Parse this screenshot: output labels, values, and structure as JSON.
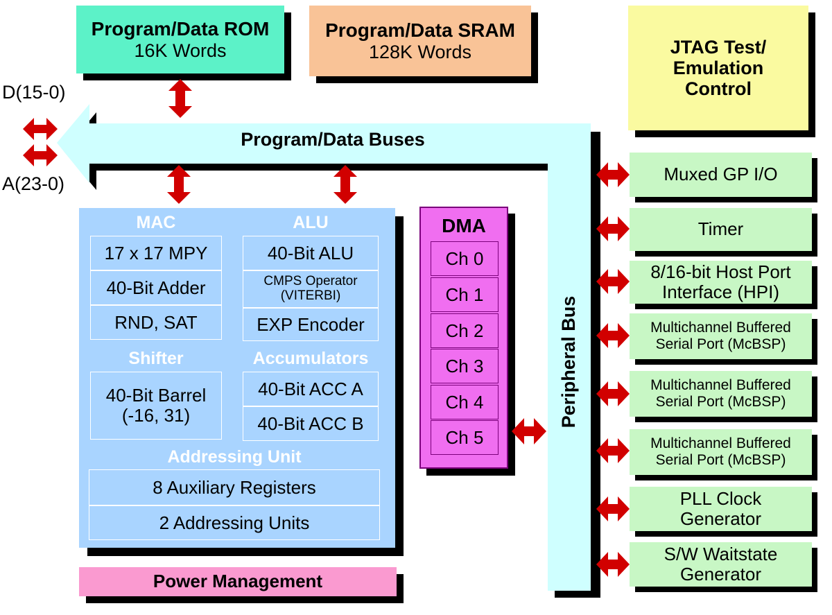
{
  "rom": {
    "title": "Program/Data ROM",
    "size": "16K Words"
  },
  "sram": {
    "title": "Program/Data SRAM",
    "size": "128K Words"
  },
  "jtag": {
    "line1": "JTAG Test/",
    "line2": "Emulation",
    "line3": "Control"
  },
  "ext_bus": {
    "data_label": "D(15-0)",
    "addr_label": "A(23-0)"
  },
  "buses": {
    "label": "Program/Data Buses",
    "peripheral_label": "Peripheral Bus"
  },
  "cpu": {
    "mac": {
      "header": "MAC",
      "items": [
        "17 x 17 MPY",
        "40-Bit Adder",
        "RND, SAT"
      ]
    },
    "alu": {
      "header": "ALU",
      "items": [
        "40-Bit ALU",
        "CMPS Operator",
        "(VITERBI)",
        "EXP Encoder"
      ]
    },
    "shifter": {
      "header": "Shifter",
      "line1": "40-Bit Barrel",
      "line2": "(-16, 31)"
    },
    "accumulators": {
      "header": "Accumulators",
      "items": [
        "40-Bit ACC A",
        "40-Bit ACC B"
      ]
    },
    "addressing": {
      "header": "Addressing Unit",
      "items": [
        "8 Auxiliary Registers",
        "2 Addressing Units"
      ]
    }
  },
  "power": {
    "label": "Power Management"
  },
  "dma": {
    "header": "DMA",
    "channels": [
      "Ch 0",
      "Ch 1",
      "Ch 2",
      "Ch 3",
      "Ch 4",
      "Ch 5"
    ]
  },
  "peripherals": [
    {
      "line1": "Muxed GP I/O",
      "line2": ""
    },
    {
      "line1": "Timer",
      "line2": ""
    },
    {
      "line1": "8/16-bit Host Port",
      "line2": "Interface (HPI)"
    },
    {
      "line1": "Multichannel Buffered",
      "line2": "Serial Port (McBSP)"
    },
    {
      "line1": "Multichannel Buffered",
      "line2": "Serial Port (McBSP)"
    },
    {
      "line1": "Multichannel Buffered",
      "line2": "Serial Port (McBSP)"
    },
    {
      "line1": "PLL Clock",
      "line2": "Generator"
    },
    {
      "line1": "S/W Waitstate",
      "line2": "Generator"
    }
  ],
  "colors": {
    "rom": "#5cf2c8",
    "sram": "#f9c397",
    "jtag": "#fafaa0",
    "bus": "#cfffff",
    "cpu": "#a9d4ff",
    "dma": "#f06ef0",
    "peripheral": "#c8f7c5",
    "power": "#fa9ad0",
    "arrow": "#d10000"
  }
}
